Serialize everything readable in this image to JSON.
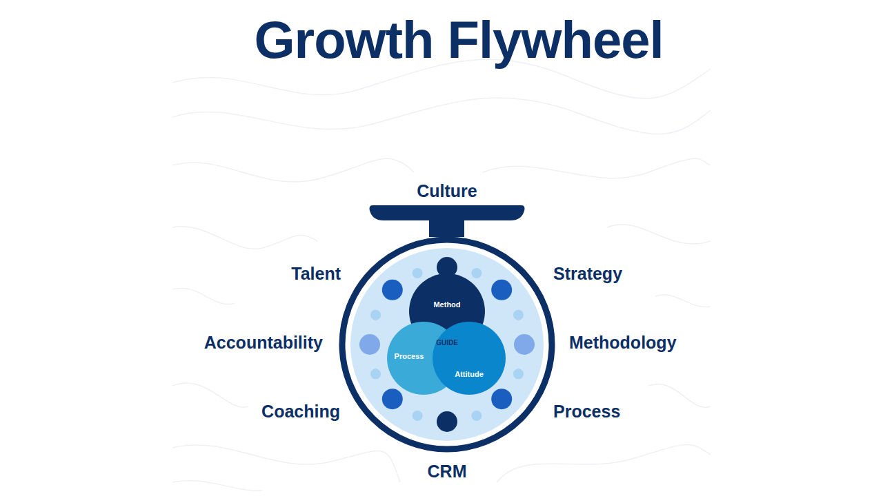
{
  "diagram": {
    "title": "Growth Flywheel",
    "nodes": [
      {
        "text": [
          "Method"
        ]
      },
      {
        "text": [
          "Process"
        ]
      },
      {
        "text": [
          "Attitude"
        ]
      }
    ],
    "labels": [
      "Culture",
      "Talent",
      "Strategy",
      "Accountability",
      "Methodology",
      "Coaching",
      "Process",
      "CRM",
      "GUIDE"
    ]
  }
}
